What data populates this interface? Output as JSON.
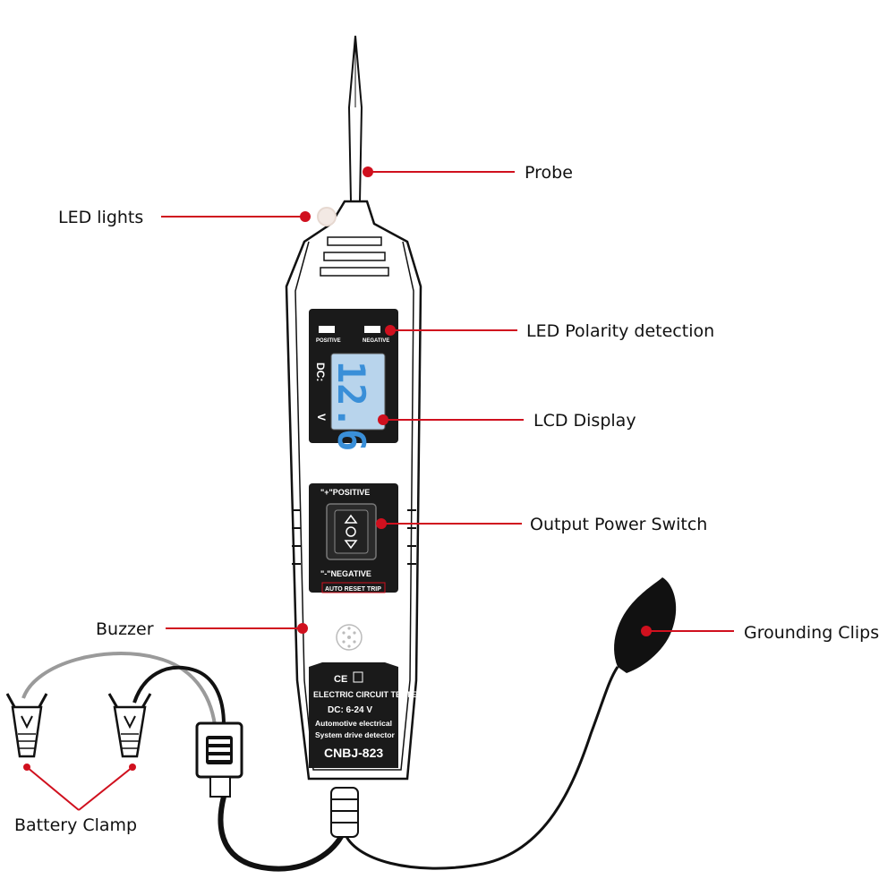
{
  "labels": {
    "probe": "Probe",
    "led_lights": "LED lights",
    "led_polarity": "LED Polarity detection",
    "lcd_display": "LCD Display",
    "output_switch": "Output Power Switch",
    "buzzer": "Buzzer",
    "grounding_clips": "Grounding Clips",
    "battery_clamp": "Battery Clamp"
  },
  "device": {
    "positive_led": "POSITIVE",
    "negative_led": "NEGATIVE",
    "dc_label": "DC:",
    "reading": "12.6",
    "unit": "V",
    "switch_positive": "\"+\"POSITIVE",
    "switch_negative": "\"-\"NEGATIVE",
    "auto_reset": "AUTO RESET TRIP",
    "cert_marks": "CE",
    "title": "ELECTRIC CIRCUIT TESTER",
    "voltage_range": "DC: 6-24 V",
    "description_1": "Automotive electrical",
    "description_2": "System drive detector",
    "model": "CNBJ-823"
  },
  "colors": {
    "marker": "#d0101e",
    "lcd_digits": "#3a8fd8",
    "lcd_bg": "#b8d4ec",
    "panel": "#1a1a1a"
  }
}
